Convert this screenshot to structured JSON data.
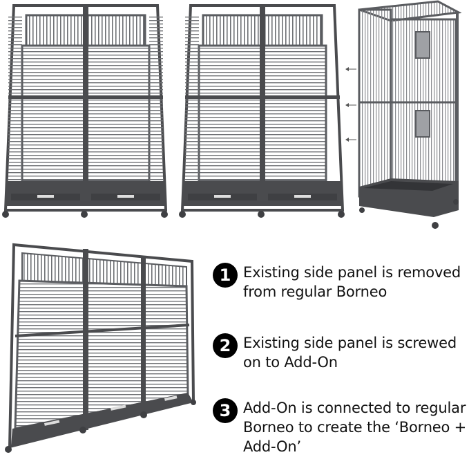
{
  "steps": [
    {
      "number": "1",
      "text": "Existing side panel is removed from regular Borneo"
    },
    {
      "number": "2",
      "text": "Existing side panel is screwed on to Add-On"
    },
    {
      "number": "3",
      "text": "Add-On is connected to regular Borneo to create the ‘Borneo + Add-On’"
    }
  ],
  "colors": {
    "frame": "#5a5c60",
    "frame_dark": "#3f4043",
    "wire": "#6e7074",
    "tray": "#4a4b4e",
    "badge": "#000000"
  }
}
